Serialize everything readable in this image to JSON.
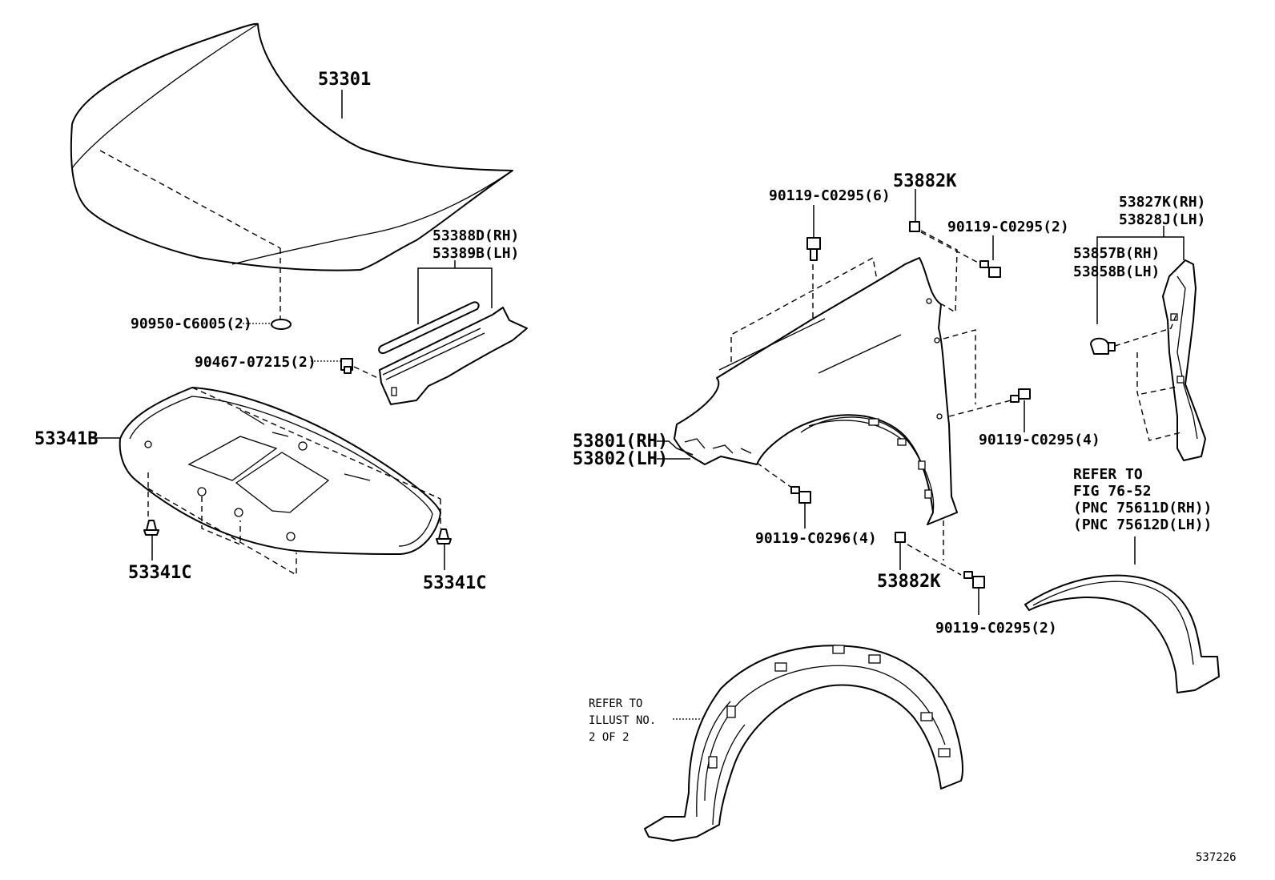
{
  "labels": {
    "hood": "53301",
    "hood_cushion": "90950-C6005(2)",
    "seal_rh": "53388D(RH)",
    "seal_lh": "53389B(LH)",
    "clip_90467": "90467-07215(2)",
    "insulator": "53341B",
    "insulator_clip_left": "53341C",
    "insulator_clip_right": "53341C",
    "fender_bolt_top": "90119-C0295(6)",
    "fender_nut_top": "53882K",
    "fender_bolt_2a": "90119-C0295(2)",
    "fender_rh": "53801(RH)",
    "fender_lh": "53802(LH)",
    "fender_bolt_4": "90119-C0295(4)",
    "fender_bolt_c0296": "90119-C0296(4)",
    "fender_nut_bottom": "53882K",
    "fender_bolt_2b": "90119-C0295(2)",
    "liner_rh": "53827K(RH)",
    "liner_lh": "53828J(LH)",
    "clip_rh": "53857B(RH)",
    "clip_lh": "53858B(LH)",
    "refer_fig_line1": "REFER TO",
    "refer_fig_line2": "FIG 76-52",
    "refer_fig_line3": "(PNC 75611D(RH))",
    "refer_fig_line4": "(PNC 75612D(LH))",
    "refer_illust_line1": "REFER TO",
    "refer_illust_line2": "ILLUST NO.",
    "refer_illust_line3": "2 OF 2",
    "illustration_number": "537226"
  }
}
